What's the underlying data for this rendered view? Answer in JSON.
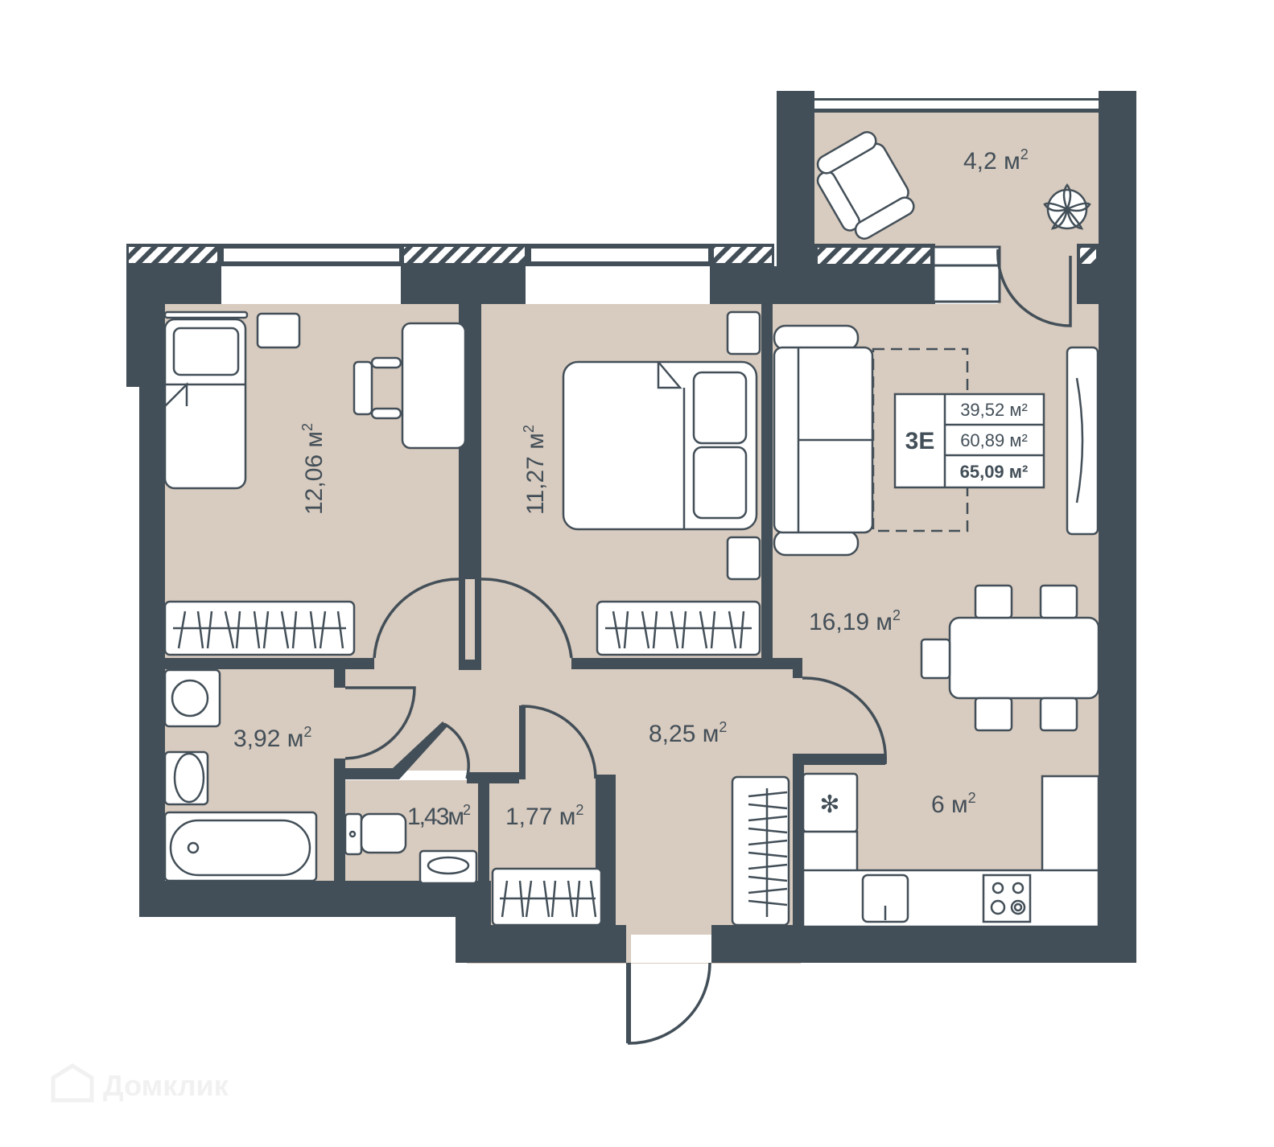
{
  "plan": {
    "apartment_code": "3E",
    "areas": {
      "living": "39,52 м²",
      "total": "60,89 м²",
      "total_with_balcony": "65,09 м²"
    },
    "rooms": [
      {
        "id": "bedroom-1",
        "area": "12,06",
        "unit": "м",
        "sup": "2"
      },
      {
        "id": "bedroom-2",
        "area": "11,27",
        "unit": "м",
        "sup": "2"
      },
      {
        "id": "living-room",
        "area": "16,19",
        "unit": "м",
        "sup": "2"
      },
      {
        "id": "kitchen",
        "area": "6",
        "unit": "м",
        "sup": "2"
      },
      {
        "id": "hallway",
        "area": "8,25",
        "unit": "м",
        "sup": "2"
      },
      {
        "id": "bathroom",
        "area": "3,92",
        "unit": "м",
        "sup": "2"
      },
      {
        "id": "toilet",
        "area": "1,43",
        "unit": "м",
        "sup": "2"
      },
      {
        "id": "closet",
        "area": "1,77",
        "unit": "м",
        "sup": "2"
      },
      {
        "id": "balcony",
        "area": "4,2",
        "unit": "м",
        "sup": "2"
      }
    ]
  },
  "watermark": {
    "text": "Домклик"
  },
  "colors": {
    "wall": "#434f58",
    "floor": "#d8cbbf",
    "furniture": "#ffffff"
  }
}
